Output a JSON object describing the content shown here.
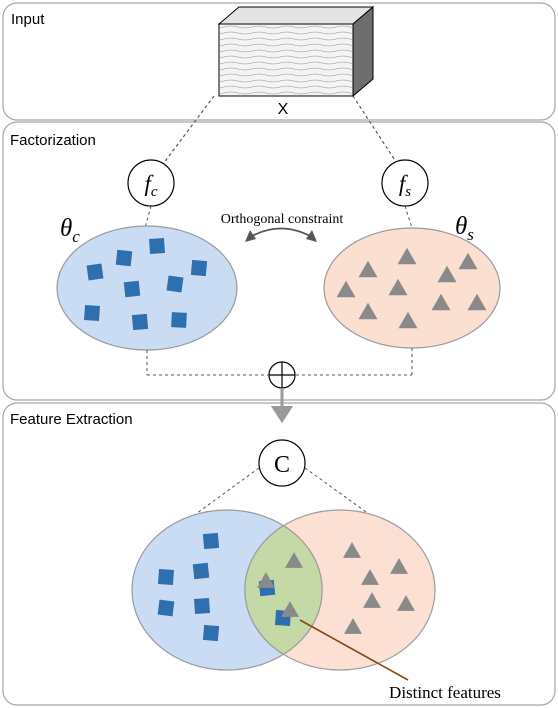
{
  "panels": {
    "input_title": "Input",
    "factorization_title": "Factorization",
    "feature_extraction_title": "Feature Extraction"
  },
  "input": {
    "variable_label": "X"
  },
  "factorization": {
    "common_function": {
      "base": "f",
      "sub": "c"
    },
    "specific_function": {
      "base": "f",
      "sub": "s"
    },
    "common_param": {
      "base": "θ",
      "sub": "c"
    },
    "specific_param": {
      "base": "θ",
      "sub": "s"
    },
    "constraint_label": "Orthogonal constraint",
    "combine_symbol": "⊕"
  },
  "feature_extraction": {
    "classifier_label": "C",
    "annotation_label": "Distinct features"
  },
  "colors": {
    "panel_border": "#a6a6a6",
    "common_fill": "#c9dcf4",
    "specific_fill": "#fbe0d2",
    "overlap_fill": "#c5d9a7",
    "square_marker": "#2e6fb0",
    "triangle_marker": "#8a8a8a",
    "arrow_gray": "#9a9a9a",
    "annotation_line": "#8b4513"
  },
  "icons": {
    "common_marker": "blue-square-icon",
    "specific_marker": "gray-triangle-icon",
    "combine": "circled-plus-icon"
  }
}
